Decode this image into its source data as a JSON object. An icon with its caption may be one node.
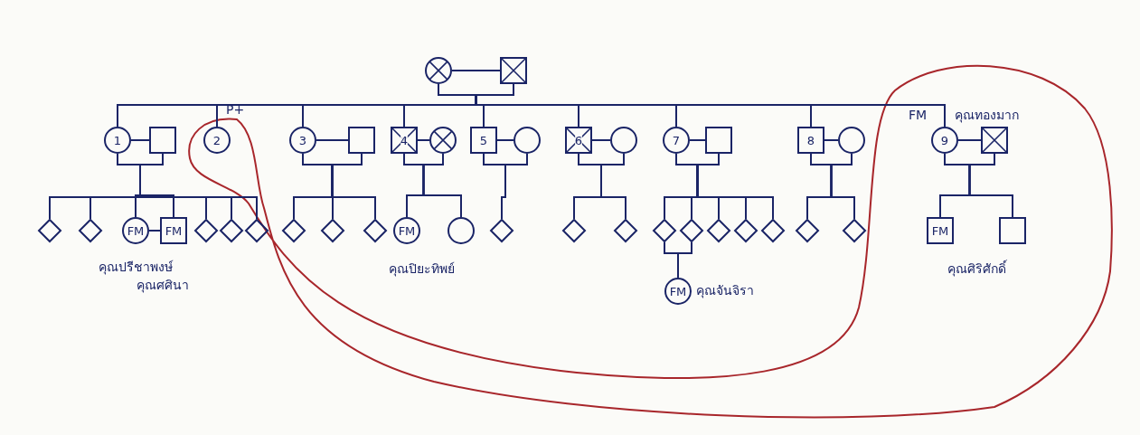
{
  "diagram": {
    "nodes": [
      {
        "text": [],
        "shape": "circle"
      },
      {
        "text": [],
        "shape": "box"
      },
      {
        "text": [
          "1"
        ]
      },
      {
        "text": [],
        "shape": "box"
      },
      {
        "text": [
          "2"
        ],
        "beside": [
          "P+"
        ]
      },
      {
        "text": [
          "3"
        ]
      },
      {
        "text": [],
        "shape": "box"
      },
      {
        "text": [
          "4"
        ]
      },
      {
        "text": [],
        "shape": "circle"
      },
      {
        "text": [
          "5"
        ]
      },
      {
        "text": [],
        "shape": "circle"
      },
      {
        "text": [
          "6"
        ]
      },
      {
        "text": [],
        "shape": "circle"
      },
      {
        "text": [
          "7"
        ]
      },
      {
        "text": [],
        "shape": "box"
      },
      {
        "text": [
          "8"
        ]
      },
      {
        "text": [],
        "shape": "circle"
      },
      {
        "text": [
          "9"
        ],
        "beside": [
          "FM",
          "คุณทองมาก"
        ]
      },
      {
        "text": [],
        "shape": "box"
      },
      {
        "text": [],
        "shape": "diamond"
      },
      {
        "text": [],
        "shape": "diamond"
      },
      {
        "text": [
          "FM"
        ],
        "beside": [
          "คุณปรีชาพงษ์"
        ]
      },
      {
        "text": [
          "FM"
        ],
        "beside": [
          "คุณศศินา"
        ]
      },
      {
        "text": [],
        "shape": "diamond"
      },
      {
        "text": [],
        "shape": "diamond"
      },
      {
        "text": [],
        "shape": "diamond"
      },
      {
        "text": [],
        "shape": "diamond"
      },
      {
        "text": [],
        "shape": "diamond"
      },
      {
        "text": [],
        "shape": "diamond"
      },
      {
        "text": [
          "FM"
        ],
        "beside": [
          "คุณปิยะทิพย์"
        ]
      },
      {
        "text": [],
        "shape": "circle"
      },
      {
        "text": [],
        "shape": "diamond"
      },
      {
        "text": [],
        "shape": "diamond"
      },
      {
        "text": [],
        "shape": "diamond"
      },
      {
        "text": [],
        "shape": "diamond"
      },
      {
        "text": [],
        "shape": "diamond"
      },
      {
        "text": [],
        "shape": "diamond"
      },
      {
        "text": [],
        "shape": "diamond"
      },
      {
        "text": [],
        "shape": "diamond"
      },
      {
        "text": [],
        "shape": "diamond"
      },
      {
        "text": [],
        "shape": "diamond"
      },
      {
        "text": [
          "FM"
        ],
        "beside": [
          "คุณศิริศักดิ์"
        ]
      },
      {
        "text": [],
        "shape": "box"
      },
      {
        "text": [
          "FM"
        ],
        "beside": [
          "คุณจันจิรา"
        ]
      }
    ],
    "edges": [
      {
        "from": 0,
        "to": 1,
        "arrow": "none"
      },
      {
        "from": 0,
        "to": 2,
        "arrow": "none"
      },
      {
        "from": 1,
        "to": 2,
        "arrow": "none"
      },
      {
        "from": 0,
        "to": 4,
        "arrow": "none"
      },
      {
        "from": 1,
        "to": 4,
        "arrow": "none"
      },
      {
        "from": 0,
        "to": 5,
        "arrow": "none"
      },
      {
        "from": 1,
        "to": 5,
        "arrow": "none"
      },
      {
        "from": 0,
        "to": 7,
        "arrow": "none"
      },
      {
        "from": 1,
        "to": 7,
        "arrow": "none"
      },
      {
        "from": 0,
        "to": 9,
        "arrow": "none"
      },
      {
        "from": 1,
        "to": 9,
        "arrow": "none"
      },
      {
        "from": 0,
        "to": 11,
        "arrow": "none"
      },
      {
        "from": 1,
        "to": 11,
        "arrow": "none"
      },
      {
        "from": 0,
        "to": 13,
        "arrow": "none"
      },
      {
        "from": 1,
        "to": 13,
        "arrow": "none"
      },
      {
        "from": 0,
        "to": 15,
        "arrow": "none"
      },
      {
        "from": 1,
        "to": 15,
        "arrow": "none"
      },
      {
        "from": 0,
        "to": 17,
        "arrow": "none"
      },
      {
        "from": 1,
        "to": 17,
        "arrow": "none"
      },
      {
        "from": 2,
        "to": 3,
        "arrow": "none"
      },
      {
        "from": 2,
        "to": 19,
        "arrow": "none"
      },
      {
        "from": 3,
        "to": 19,
        "arrow": "none"
      },
      {
        "from": 2,
        "to": 20,
        "arrow": "none"
      },
      {
        "from": 3,
        "to": 20,
        "arrow": "none"
      },
      {
        "from": 2,
        "to": 21,
        "arrow": "none"
      },
      {
        "from": 3,
        "to": 21,
        "arrow": "none"
      },
      {
        "from": 2,
        "to": 22,
        "arrow": "none"
      },
      {
        "from": 3,
        "to": 22,
        "arrow": "none"
      },
      {
        "from": 2,
        "to": 23,
        "arrow": "none"
      },
      {
        "from": 3,
        "to": 23,
        "arrow": "none"
      },
      {
        "from": 2,
        "to": 24,
        "arrow": "none"
      },
      {
        "from": 3,
        "to": 24,
        "arrow": "none"
      },
      {
        "from": 2,
        "to": 25,
        "arrow": "none"
      },
      {
        "from": 3,
        "to": 25,
        "arrow": "none"
      },
      {
        "from": 21,
        "to": 22,
        "arrow": "none"
      },
      {
        "from": 5,
        "to": 6,
        "arrow": "none"
      },
      {
        "from": 5,
        "to": 26,
        "arrow": "none"
      },
      {
        "from": 6,
        "to": 26,
        "arrow": "none"
      },
      {
        "from": 5,
        "to": 27,
        "arrow": "none"
      },
      {
        "from": 6,
        "to": 27,
        "arrow": "none"
      },
      {
        "from": 5,
        "to": 28,
        "arrow": "none"
      },
      {
        "from": 6,
        "to": 28,
        "arrow": "none"
      },
      {
        "from": 7,
        "to": 8,
        "arrow": "none"
      },
      {
        "from": 7,
        "to": 29,
        "arrow": "none"
      },
      {
        "from": 8,
        "to": 29,
        "arrow": "none"
      },
      {
        "from": 7,
        "to": 30,
        "arrow": "none"
      },
      {
        "from": 8,
        "to": 30,
        "arrow": "none"
      },
      {
        "from": 9,
        "to": 10,
        "arrow": "none"
      },
      {
        "from": 9,
        "to": 31,
        "arrow": "none"
      },
      {
        "from": 10,
        "to": 31,
        "arrow": "none"
      },
      {
        "from": 11,
        "to": 12,
        "arrow": "none"
      },
      {
        "from": 11,
        "to": 32,
        "arrow": "none"
      },
      {
        "from": 12,
        "to": 32,
        "arrow": "none"
      },
      {
        "from": 11,
        "to": 33,
        "arrow": "none"
      },
      {
        "from": 12,
        "to": 33,
        "arrow": "none"
      },
      {
        "from": 13,
        "to": 14,
        "arrow": "none"
      },
      {
        "from": 13,
        "to": 34,
        "arrow": "none"
      },
      {
        "from": 14,
        "to": 34,
        "arrow": "none"
      },
      {
        "from": 13,
        "to": 35,
        "arrow": "none"
      },
      {
        "from": 14,
        "to": 35,
        "arrow": "none"
      },
      {
        "from": 13,
        "to": 36,
        "arrow": "none"
      },
      {
        "from": 14,
        "to": 36,
        "arrow": "none"
      },
      {
        "from": 13,
        "to": 37,
        "arrow": "none"
      },
      {
        "from": 14,
        "to": 37,
        "arrow": "none"
      },
      {
        "from": 13,
        "to": 38,
        "arrow": "none"
      },
      {
        "from": 14,
        "to": 38,
        "arrow": "none"
      },
      {
        "from": 34,
        "to": 43,
        "arrow": "none"
      },
      {
        "from": 35,
        "to": 43,
        "arrow": "none"
      },
      {
        "from": 15,
        "to": 16,
        "arrow": "none"
      },
      {
        "from": 15,
        "to": 39,
        "arrow": "none"
      },
      {
        "from": 16,
        "to": 39,
        "arrow": "none"
      },
      {
        "from": 15,
        "to": 40,
        "arrow": "none"
      },
      {
        "from": 16,
        "to": 40,
        "arrow": "none"
      },
      {
        "from": 17,
        "to": 18,
        "arrow": "none"
      },
      {
        "from": 17,
        "to": 41,
        "arrow": "none"
      },
      {
        "from": 18,
        "to": 41,
        "arrow": "none"
      },
      {
        "from": 17,
        "to": 42,
        "arrow": "none"
      },
      {
        "from": 18,
        "to": 42,
        "arrow": "none"
      }
    ]
  }
}
